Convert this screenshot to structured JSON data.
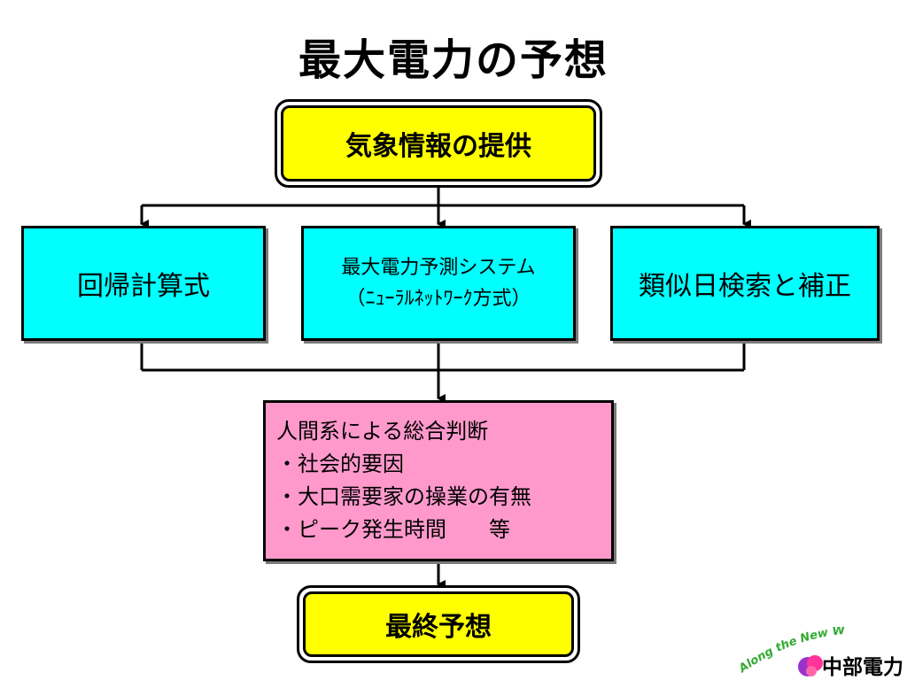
{
  "title": "最大電力の予想",
  "nodes": {
    "weather": "気象情報の提供",
    "regression": "回帰計算式",
    "system": {
      "line1": "最大電力予測システム",
      "line2": "（ﾆｭｰﾗﾙﾈｯﾄﾜｰｸ方式）"
    },
    "similar_day": "類似日検索と補正",
    "judgment": {
      "heading": "人間系による総合判断",
      "items": [
        "・社会的要因",
        "・大口需要家の操業の有無",
        "・ピーク発生時間　　等"
      ]
    },
    "final": "最終予想"
  },
  "logo": {
    "slogan": "Along the New Way",
    "company": "中部電力",
    "colors": {
      "slogan": "#33aa33",
      "mark_pink": "#ff3399",
      "mark_purple": "#9933cc"
    }
  }
}
